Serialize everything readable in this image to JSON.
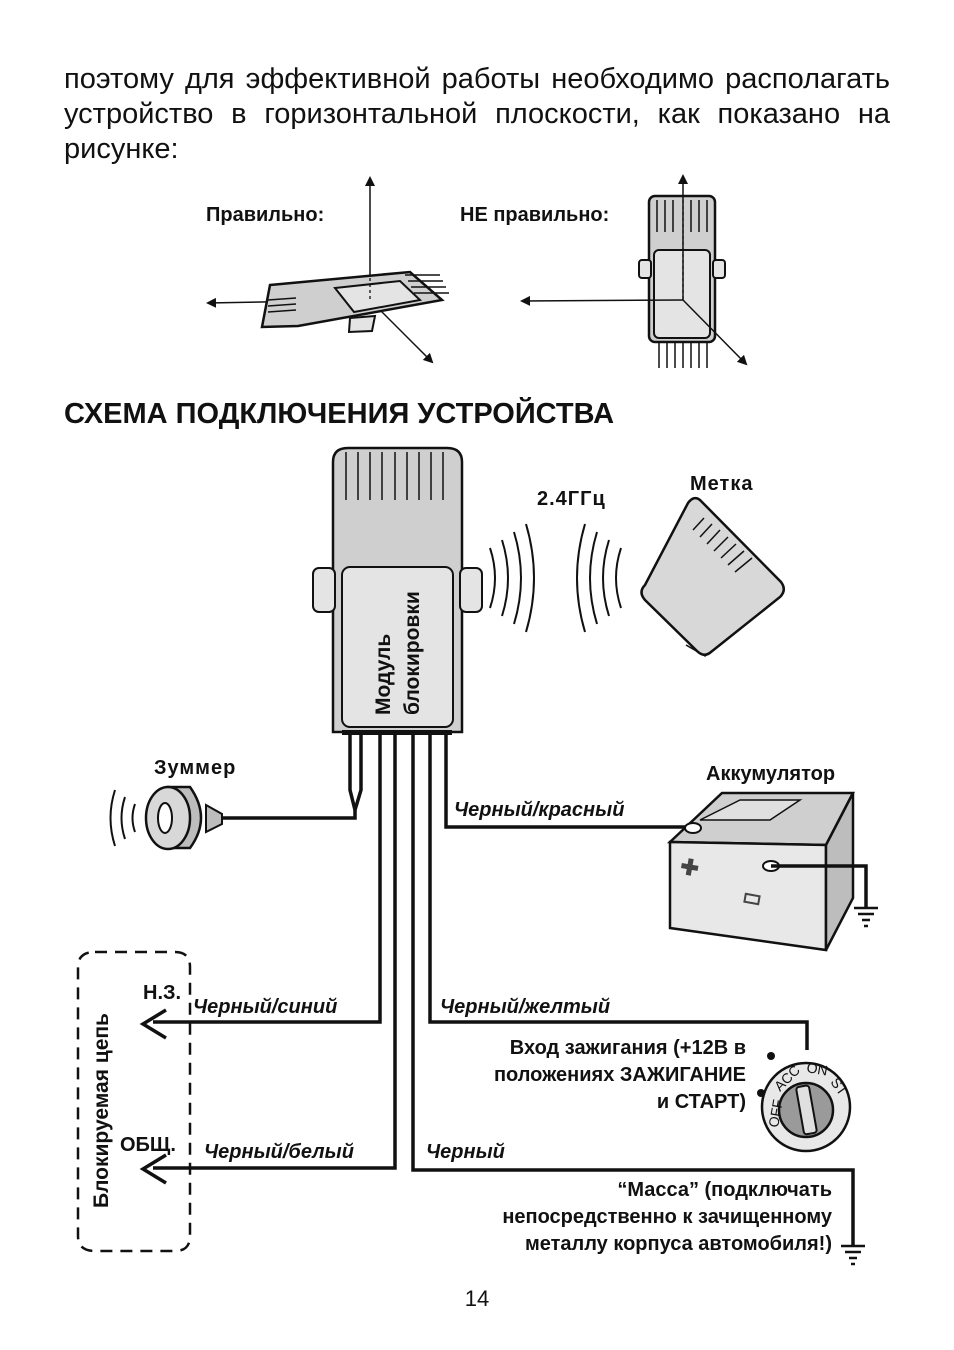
{
  "intro_text": "поэтому для эффективной работы необходимо располагать устройство в горизонтальной плоскости, как показано на рисунке:",
  "orientation": {
    "correct_label": "Правильно:",
    "incorrect_label": "НЕ правильно:"
  },
  "section_title": "СХЕМА ПОДКЛЮЧЕНИЯ УСТРОЙСТВА",
  "module": {
    "label_line1": "Модуль",
    "label_line2": "блокировки"
  },
  "radio": {
    "frequency": "2.4ГГц"
  },
  "tag": {
    "label": "Метка"
  },
  "buzzer": {
    "label": "Зуммер"
  },
  "battery": {
    "label": "Аккумулятор"
  },
  "wires": {
    "black_red": "Черный/красный",
    "black_blue": "Черный/синий",
    "black_yellow": "Черный/желтый",
    "black_white": "Черный/белый",
    "black": "Черный"
  },
  "circuit": {
    "label": "Блокируемая цепь",
    "nc": "Н.З.",
    "common": "ОБЩ."
  },
  "ignition": {
    "text_line1": "Вход зажигания (+12В в",
    "text_line2": "положениях ЗАЖИГАНИЕ",
    "text_line3": "и СТАРТ)",
    "positions": [
      "OFF",
      "ACC",
      "ON",
      "ST"
    ]
  },
  "ground": {
    "line1": "“Масса” (подключать",
    "line2": "непосредственно к зачищенному",
    "line3": "металлу корпуса автомобиля!)"
  },
  "page_number": "14"
}
